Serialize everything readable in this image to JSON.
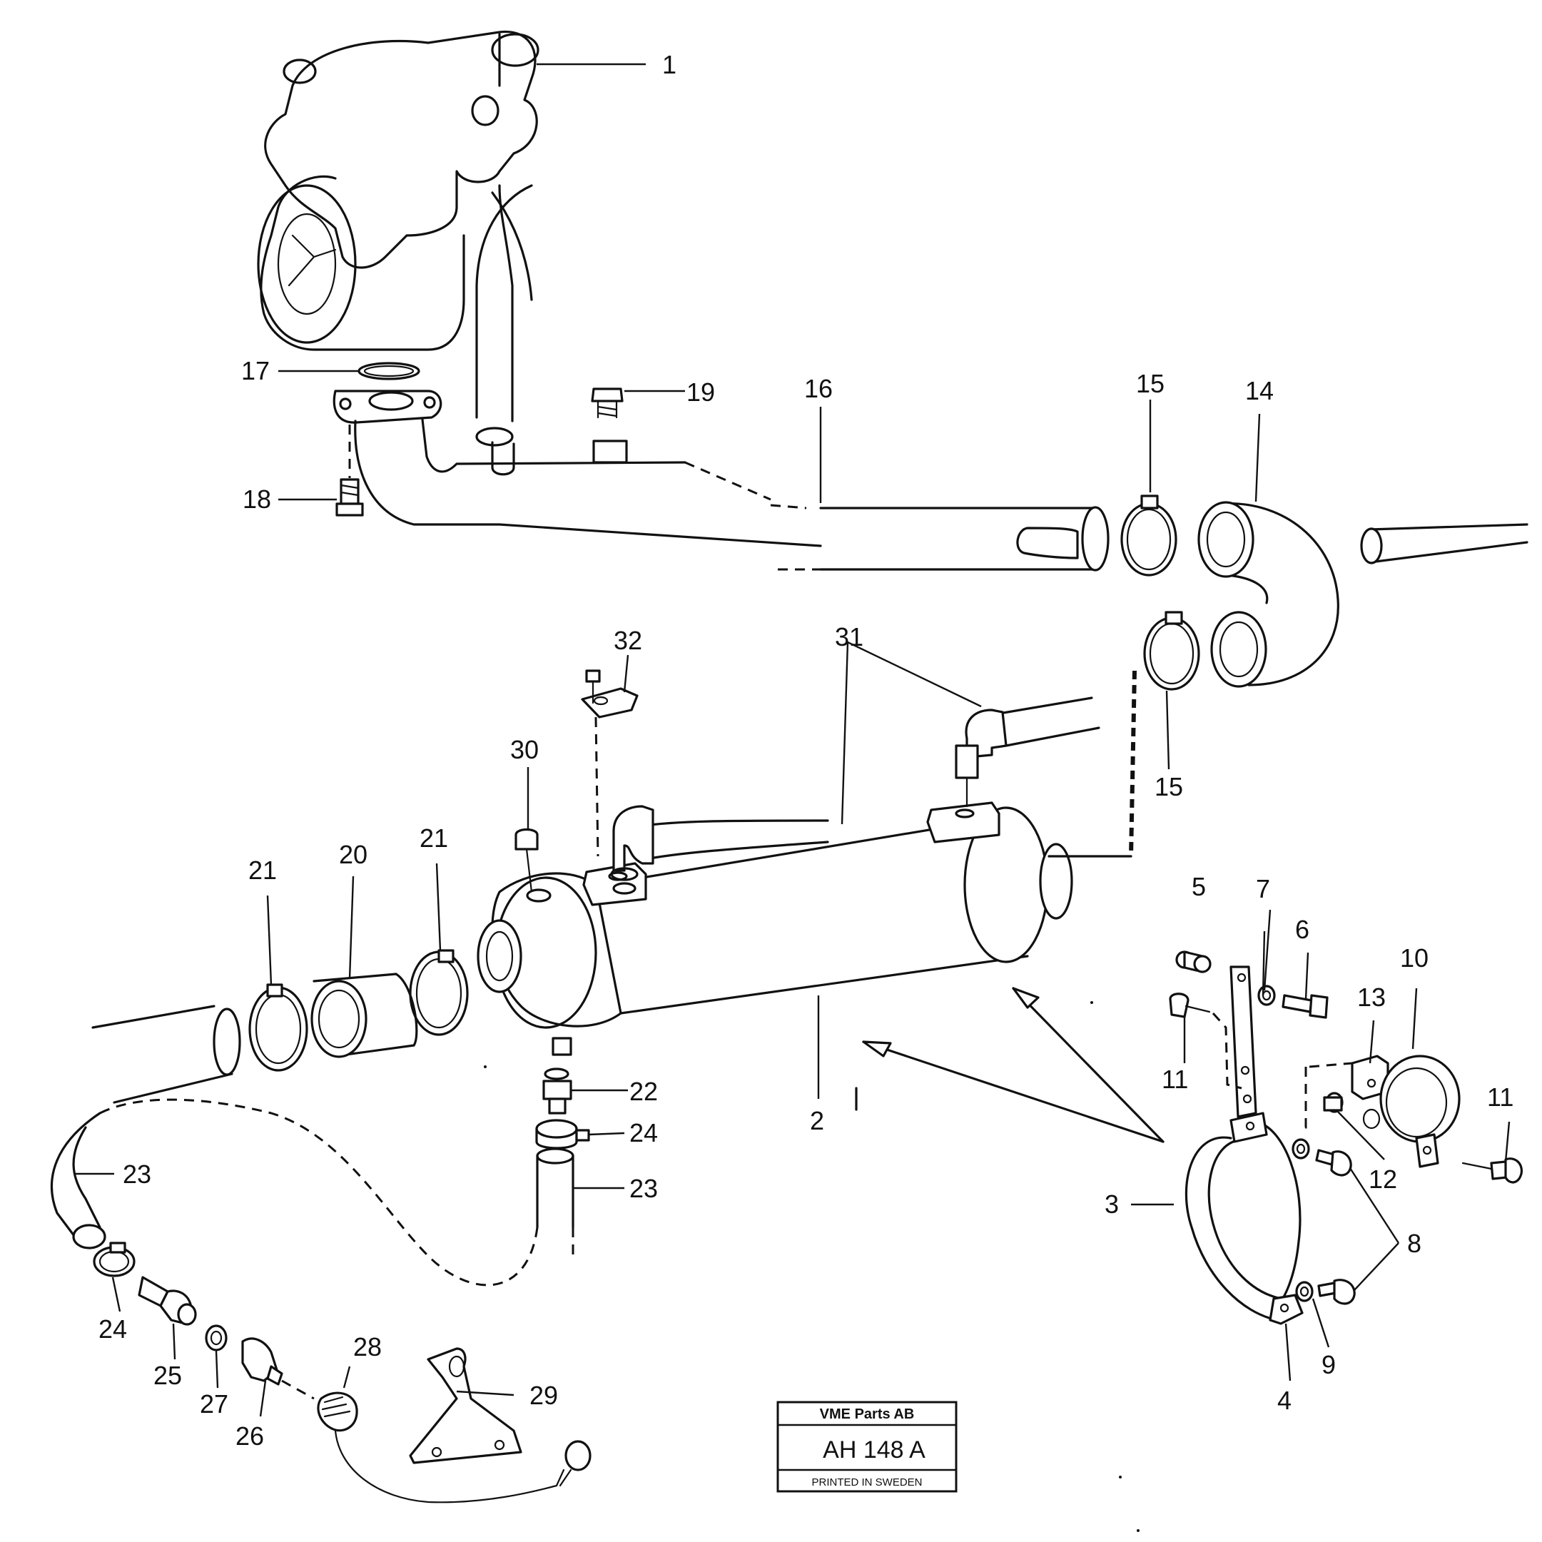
{
  "callouts": [
    "1",
    "2",
    "3",
    "4",
    "5",
    "6",
    "7",
    "8",
    "9",
    "10",
    "11",
    "11",
    "12",
    "13",
    "14",
    "15",
    "15",
    "16",
    "17",
    "18",
    "19",
    "20",
    "21",
    "21",
    "22",
    "23",
    "23",
    "24",
    "24",
    "25",
    "26",
    "27",
    "28",
    "29",
    "30",
    "31",
    "32"
  ],
  "stamp": {
    "company": "VME Parts AB",
    "code": "AH 148 A",
    "note": "PRINTED IN SWEDEN"
  }
}
